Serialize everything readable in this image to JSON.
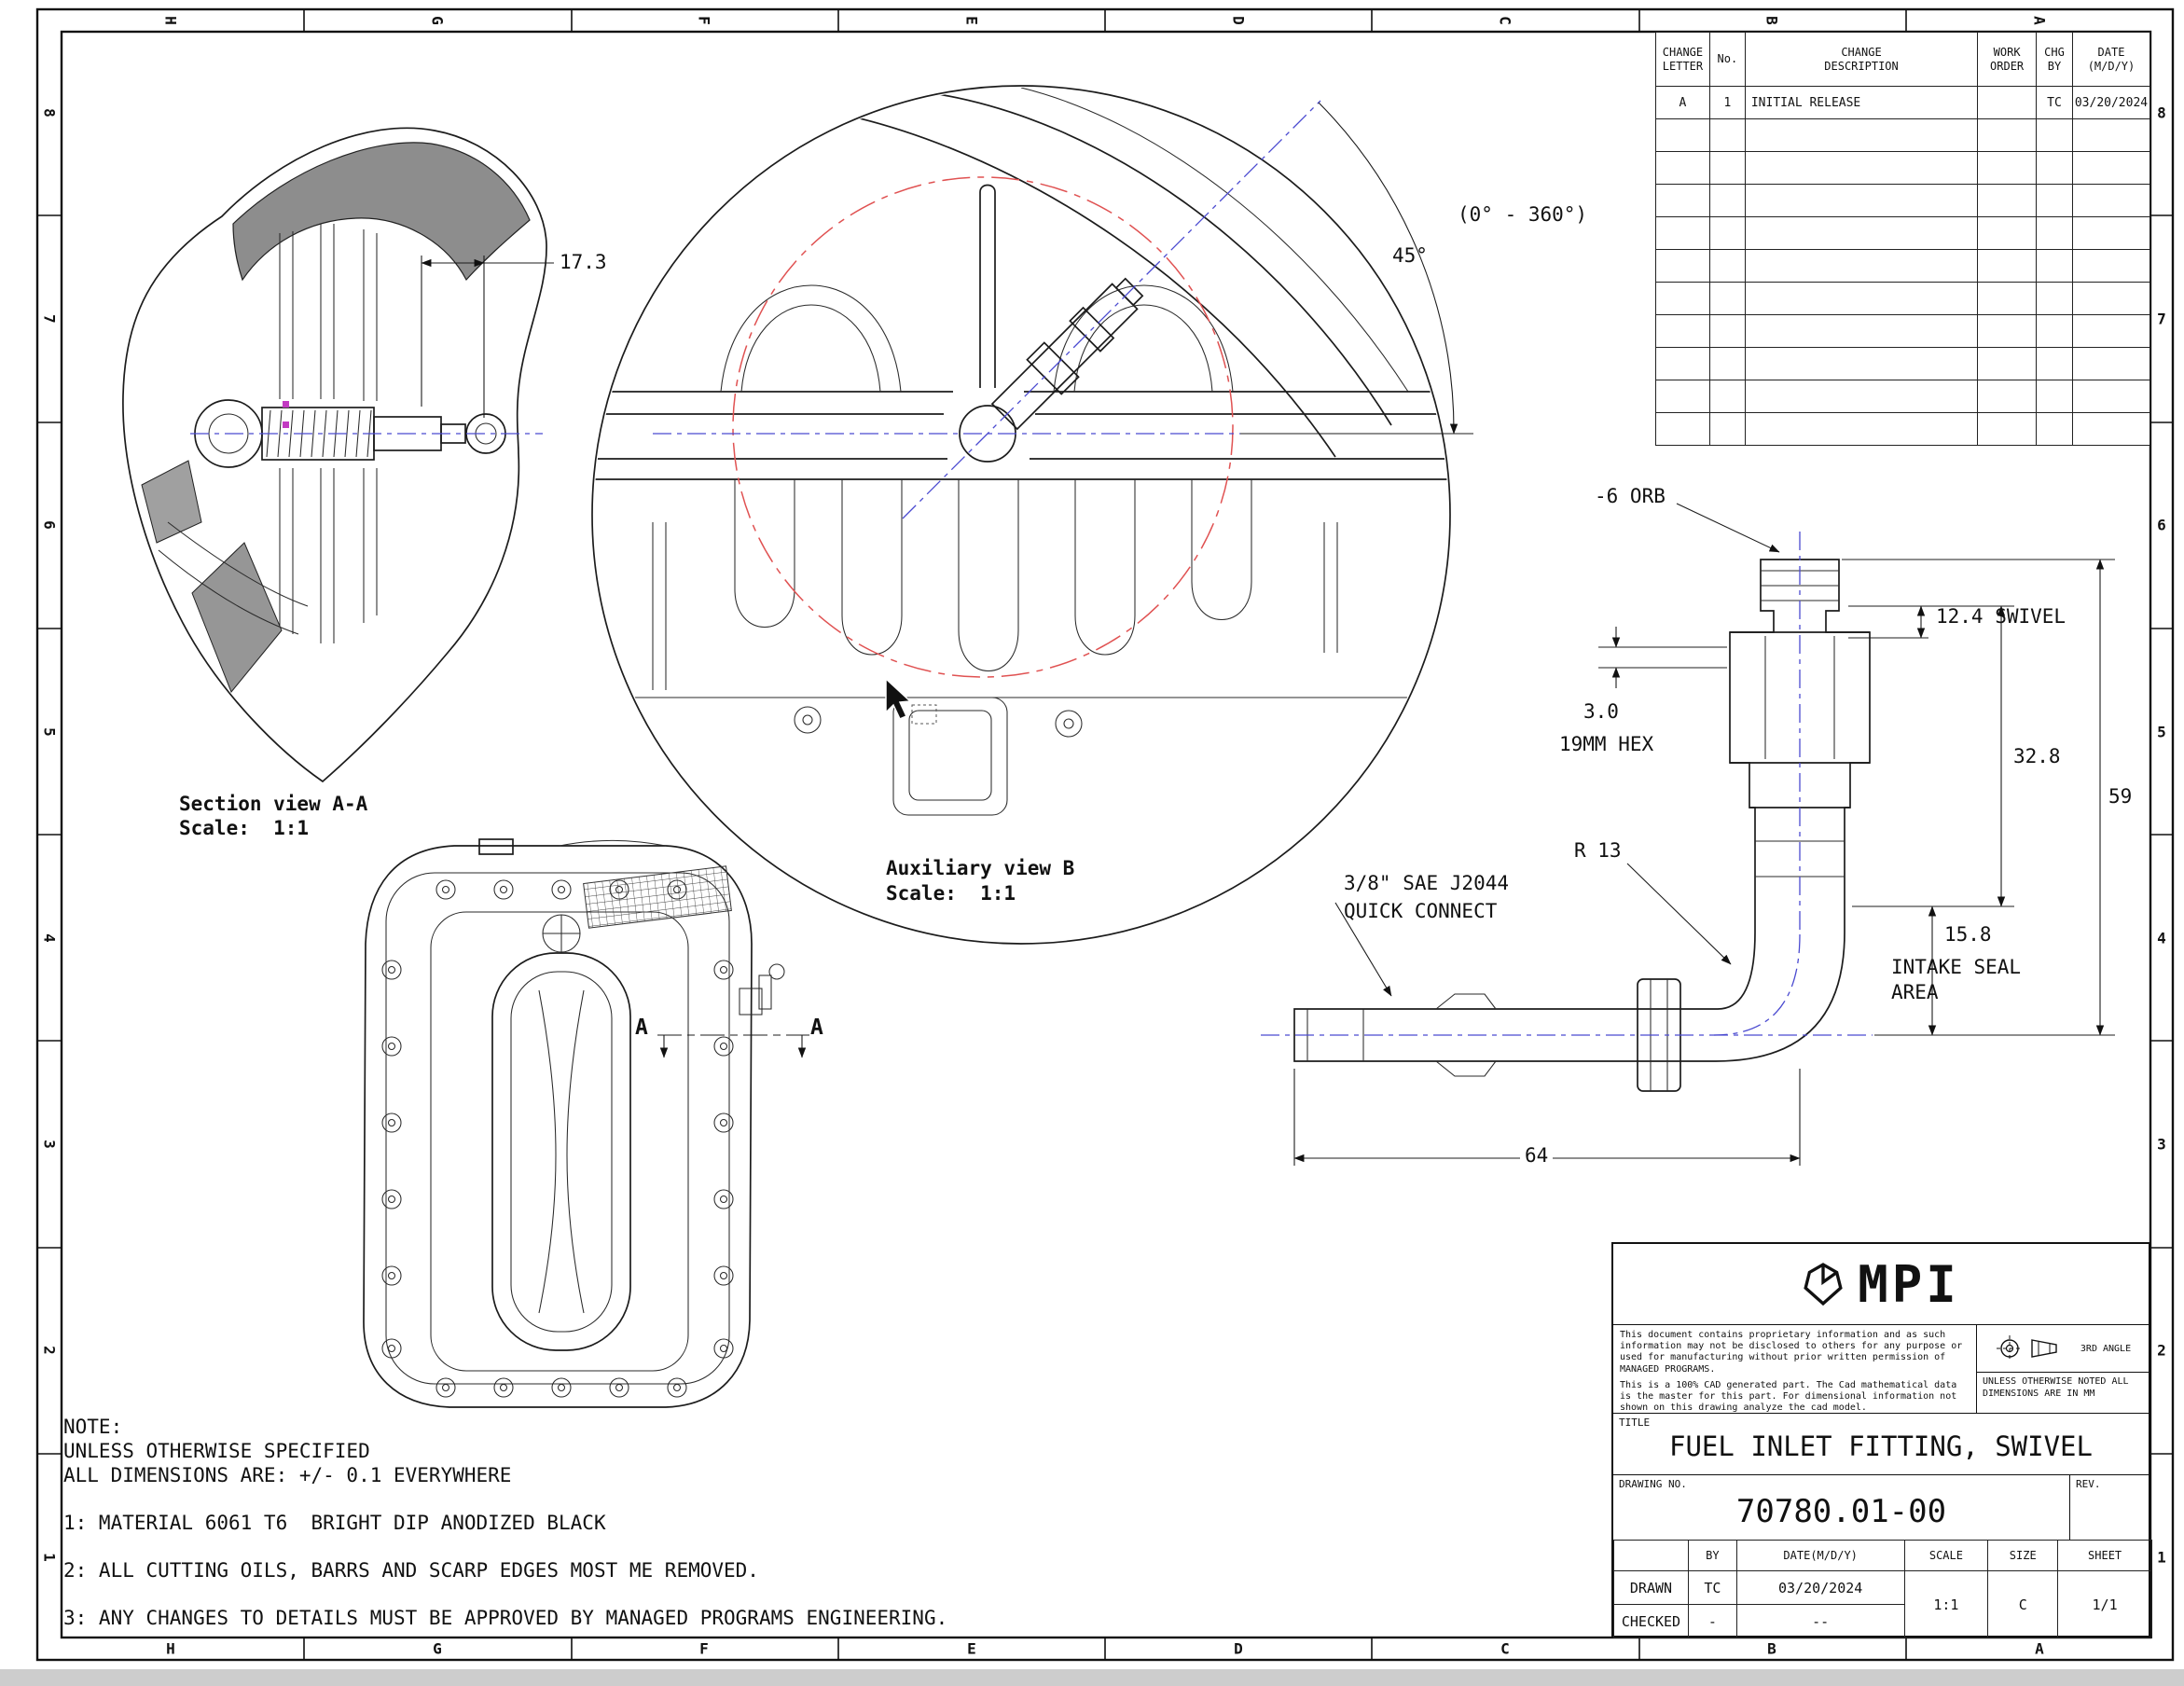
{
  "zones": {
    "columns": [
      "H",
      "G",
      "F",
      "E",
      "D",
      "C",
      "B",
      "A"
    ],
    "rows": [
      "8",
      "7",
      "6",
      "5",
      "4",
      "3",
      "2",
      "1"
    ]
  },
  "revision_table": {
    "headers": {
      "change_letter": "CHANGE\nLETTER",
      "no": "No.",
      "description": "CHANGE\nDESCRIPTION",
      "work_order": "WORK\nORDER",
      "chg_by": "CHG\nBY",
      "date": "DATE\n(M/D/Y)"
    },
    "entry": {
      "change_letter": "A",
      "no": "1",
      "description": "INITIAL RELEASE",
      "work_order": "",
      "chg_by": "TC",
      "date": "03/20/2024"
    }
  },
  "views": {
    "section": {
      "title": "Section view A-A",
      "scale": "Scale:  1:1",
      "dim_17_3": "17.3"
    },
    "auxiliary": {
      "title": "Auxiliary view B",
      "scale": "Scale:  1:1",
      "angle": "45°",
      "angle_range": "(0° - 360°)"
    },
    "plan": {
      "section_label_left": "A",
      "section_label_right": "A"
    },
    "part": {
      "orb": "-6 ORB",
      "swivel": "12.4 SWIVEL",
      "dim_3_0": "3.0",
      "hex": "19MM HEX",
      "dim_32_8": "32.8",
      "dim_59": "59",
      "radius": "R 13",
      "dim_15_8": "15.8",
      "seal_line1": "INTAKE SEAL",
      "seal_line2": "AREA",
      "qc_line1": "3/8\" SAE J2044",
      "qc_line2": "QUICK CONNECT",
      "dim_64": "64"
    }
  },
  "notes": {
    "header": "NOTE:",
    "spec1": "UNLESS OTHERWISE SPECIFIED",
    "spec2": "ALL DIMENSIONS ARE: +/- 0.1 EVERYWHERE",
    "item1": "1: MATERIAL 6061 T6  BRIGHT DIP ANODIZED BLACK",
    "item2": "2: ALL CUTTING OILS, BARRS AND SCARP EDGES MOST ME REMOVED.",
    "item3": "3: ANY CHANGES TO DETAILS MUST BE APPROVED BY MANAGED PROGRAMS ENGINEERING."
  },
  "title_block": {
    "logo_text": "MPI",
    "proprietary1": "This document contains proprietary information and as such information may not be disclosed to others for any purpose or used for manufacturing without prior written permission of MANAGED PROGRAMS.",
    "proprietary2": "This is a 100% CAD generated part.  The Cad mathematical data is the master for this part.  For dimensional information not shown on this drawing analyze the cad model.",
    "angle_label": "3RD ANGLE",
    "units_note": "UNLESS OTHERWISE NOTED ALL DIMENSIONS ARE IN MM",
    "title_label": "TITLE",
    "title": "FUEL INLET FITTING, SWIVEL",
    "drawing_no_label": "DRAWING NO.",
    "drawing_no": "70780.01-00",
    "rev_label": "REV.",
    "col_by": "BY",
    "col_date": "DATE(M/D/Y)",
    "col_scale": "SCALE",
    "col_size": "SIZE",
    "col_sheet": "SHEET",
    "drawn_label": "DRAWN",
    "drawn_by": "TC",
    "drawn_date": "03/20/2024",
    "checked_label": "CHECKED",
    "checked_by": "-",
    "checked_date": "--",
    "scale": "1:1",
    "size": "C",
    "sheet": "1/1"
  },
  "colors": {
    "centerline_blue": "#4a4ad0",
    "detail_red": "#e05252",
    "marker_magenta": "#c23ac2",
    "section_gray": "#8d8d8d"
  }
}
